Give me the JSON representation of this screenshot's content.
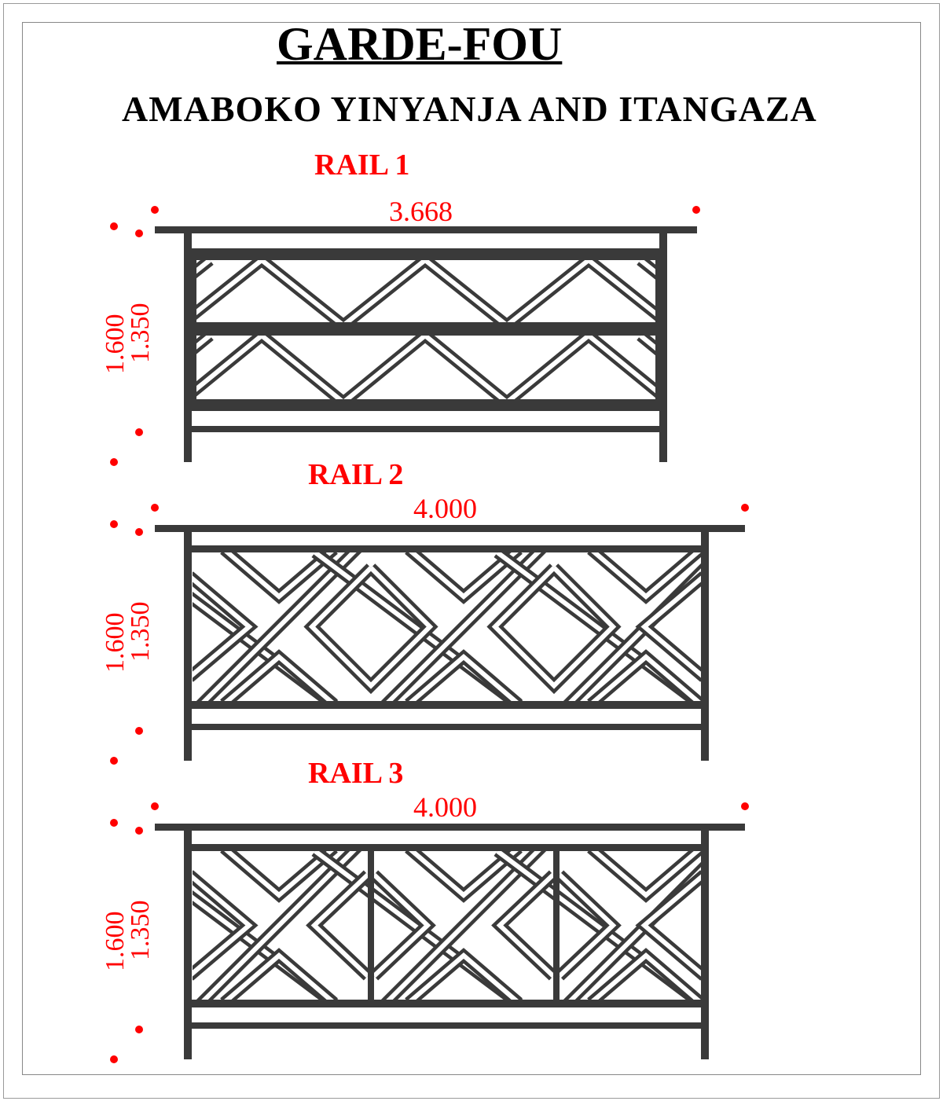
{
  "title": "GARDE-FOU",
  "subtitle": "AMABOKO YINYANJA AND ITANGAZA",
  "colors": {
    "steel": "#3a3a3a",
    "dimension": "#ff0000"
  },
  "rails": [
    {
      "label": "RAIL 1",
      "width": "3.668",
      "height_total": "1.600",
      "height_panel": "1.350",
      "pattern": "double-zigzag"
    },
    {
      "label": "RAIL 2",
      "width": "4.000",
      "height_total": "1.600",
      "height_panel": "1.350",
      "pattern": "diagonal-lattice"
    },
    {
      "label": "RAIL 3",
      "width": "4.000",
      "height_total": "1.600",
      "height_panel": "1.350",
      "pattern": "diagonal-lattice-with-dividers"
    }
  ]
}
